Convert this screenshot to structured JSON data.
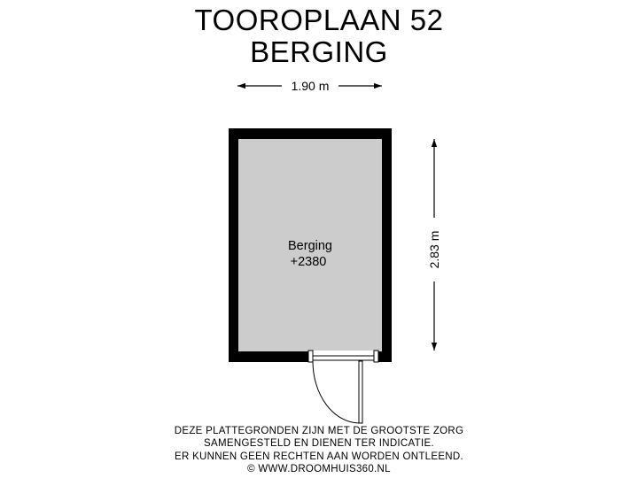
{
  "header": {
    "address": "TOOROPLAAN 52",
    "room_type": "BERGING"
  },
  "dimensions": {
    "width": "1.90 m",
    "depth": "2.83 m"
  },
  "room": {
    "name": "Berging",
    "level": "+2380"
  },
  "disclaimer": {
    "line1": "DEZE PLATTEGRONDEN ZIJN MET DE GROOTSTE ZORG",
    "line2": "SAMENGESTELD EN DIENEN TER INDICATIE.",
    "line3": "ER KUNNEN GEEN RECHTEN AAN WORDEN ONTLEEND.",
    "line4": "© WWW.DROOMHUIS360.NL"
  },
  "colors": {
    "wall": "#000000",
    "floor": "#cccccc",
    "background": "#ffffff"
  }
}
